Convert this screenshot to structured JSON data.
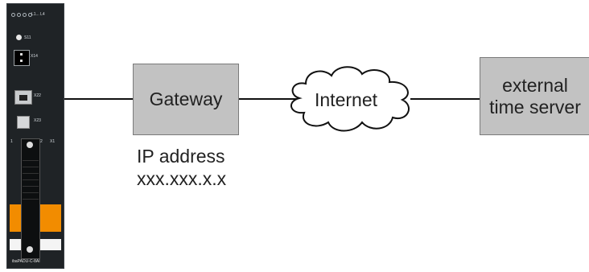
{
  "device": {
    "led_label": "L1... L4",
    "button_label": "S11",
    "x14_label": "X14",
    "eth_label": "X22",
    "port_label": "X23",
    "slot_label_left": "1",
    "slot_label_mid": "2",
    "slot_label_right": "X1",
    "model": "ibaPADU-C-8AI"
  },
  "nodes": {
    "gateway": "Gateway",
    "gateway_ip_label": "IP address",
    "gateway_ip_value": "xxx.xxx.x.x",
    "internet": "Internet",
    "time_server_line1": "external",
    "time_server_line2": "time server"
  },
  "colors": {
    "box_fill": "#c2c2c2",
    "accent_orange": "#f28c00",
    "line": "#111111"
  }
}
